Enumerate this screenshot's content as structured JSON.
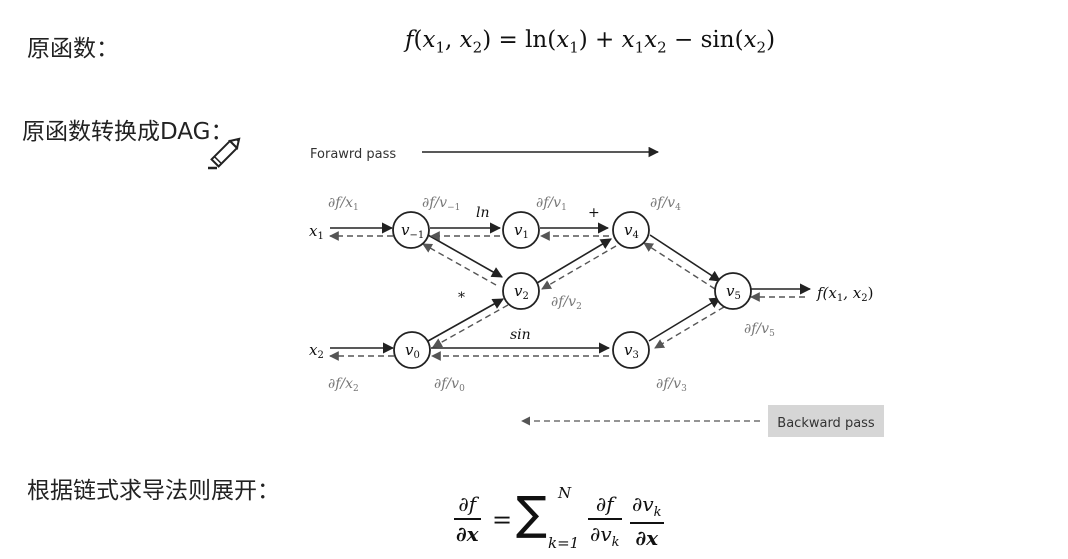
{
  "labels": {
    "original_function": "原函数：",
    "to_dag": "原函数转换成DAG：",
    "chain_rule": "根据链式求导法则展开："
  },
  "formula_top": {
    "lhs_f": "f",
    "x1": "x",
    "x2": "x",
    "sub1": "1",
    "sub2": "2",
    "ln": "ln",
    "sin": "sin"
  },
  "dag": {
    "forward_label": "Forawrd pass",
    "backward_label": "Backward pass",
    "nodes": {
      "vm1": {
        "base": "v",
        "sub": "−1"
      },
      "v0": {
        "base": "v",
        "sub": "0"
      },
      "v1": {
        "base": "v",
        "sub": "1"
      },
      "v2": {
        "base": "v",
        "sub": "2"
      },
      "v3": {
        "base": "v",
        "sub": "3"
      },
      "v4": {
        "base": "v",
        "sub": "4"
      },
      "v5": {
        "base": "v",
        "sub": "5"
      }
    },
    "inputs": {
      "x1": {
        "base": "x",
        "sub": "1"
      },
      "x2": {
        "base": "x",
        "sub": "2"
      }
    },
    "output_label": "f(x",
    "output_sub1": "1",
    "output_mid": ", x",
    "output_sub2": "2",
    "output_end": ")",
    "ops": {
      "ln": "ln",
      "plus": "+",
      "times": "*",
      "sin": "sin"
    },
    "grad_prefix": "∂f/",
    "grads": {
      "gx1": {
        "var": "x",
        "sub": "1"
      },
      "gvm1": {
        "var": "v",
        "sub": "−1"
      },
      "gv1": {
        "var": "v",
        "sub": "1"
      },
      "gv4": {
        "var": "v",
        "sub": "4"
      },
      "gv2": {
        "var": "v",
        "sub": "2"
      },
      "gv5": {
        "var": "v",
        "sub": "5"
      },
      "gx2": {
        "var": "x",
        "sub": "2"
      },
      "gv0": {
        "var": "v",
        "sub": "0"
      },
      "gv3": {
        "var": "v",
        "sub": "3"
      }
    },
    "colors": {
      "line": "#222222",
      "dash": "#555555",
      "grad_text": "#777777",
      "backward_bg": "#d6d6d6"
    }
  },
  "derivative": {
    "num_f": "∂f",
    "den_x": "∂x",
    "sum_upper": "N",
    "sum_lower": "k=1",
    "num_f2": "∂f",
    "den_v": "∂v",
    "sub_k": "k",
    "num_v": "∂v",
    "den_x2": "∂x"
  }
}
